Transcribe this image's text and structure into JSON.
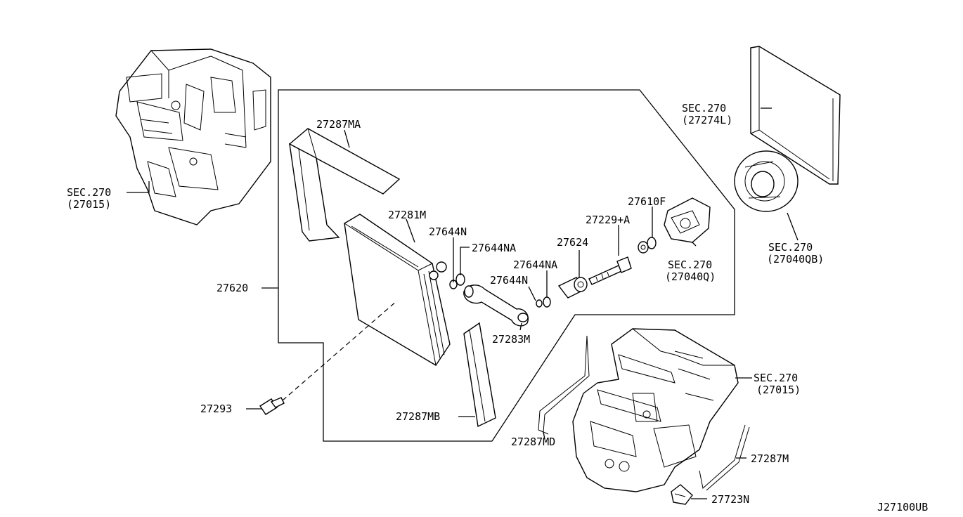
{
  "diagram_id": "J27100UB",
  "parts": {
    "p27287MA": "27287MA",
    "p27281M": "27281M",
    "p27644N_a": "27644N",
    "p27644NA_a": "27644NA",
    "p27644NA_b": "27644NA",
    "p27644N_b": "27644N",
    "p27283M": "27283M",
    "p27624": "27624",
    "p27229A": "27229+A",
    "p27610F": "27610F",
    "p27620": "27620",
    "p27293": "27293",
    "p27287MB": "27287MB",
    "p27287MD": "27287MD",
    "p27287M": "27287M",
    "p27723N": "27723N"
  },
  "sections": {
    "sec_left": {
      "title": "SEC.270",
      "ref": "(27015)"
    },
    "sec_filter": {
      "title": "SEC.270",
      "ref": "(27274L)"
    },
    "sec_blower_qb": {
      "title": "SEC.270",
      "ref": "(27040QB)"
    },
    "sec_blower_q": {
      "title": "SEC.270",
      "ref": "(27040Q)"
    },
    "sec_right": {
      "title": "SEC.270",
      "ref": "(27015)"
    }
  }
}
